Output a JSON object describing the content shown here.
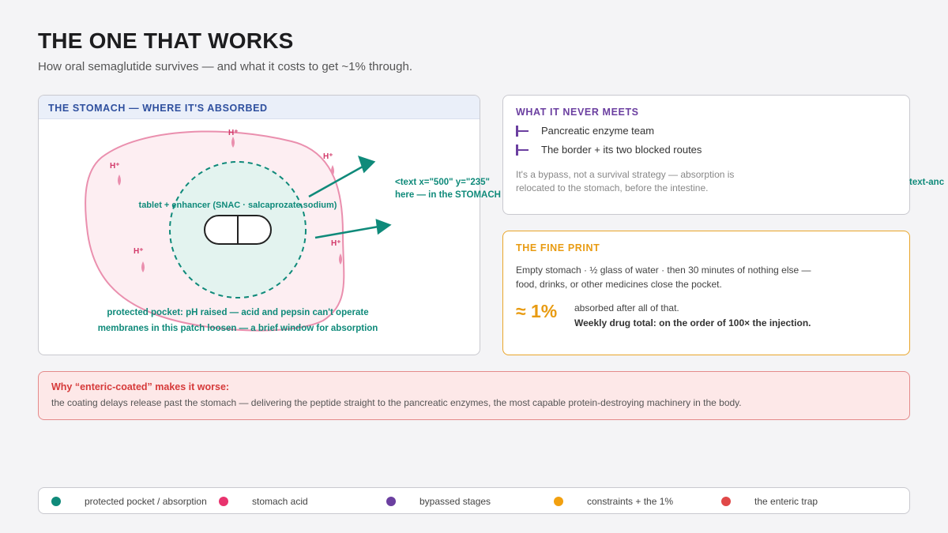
{
  "header": {
    "title": "THE ONE THAT WORKS",
    "subtitle": "How oral semaglutide survives — and what it costs to get ~1% through."
  },
  "stomach": {
    "heading": "THE STOMACH — WHERE IT'S ABSORBED",
    "acid_label": "H⁺",
    "tablet_label": "tablet + enhancer (SNAC · salcaprozate sodium)",
    "pocket_line1": "protected pocket: pH raised — acid and pepsin can't operate",
    "pocket_line2": "membranes in this patch loosen — a brief window for absorption"
  },
  "stray_text": {
    "line1": "<text x=\"500\" y=\"235\"",
    "line2": "here — in the STOMACH",
    "edge": "text-anc"
  },
  "never": {
    "heading": "WHAT IT NEVER MEETS",
    "items": [
      "Pancreatic enzyme team",
      "The border + its two blocked routes"
    ],
    "note": "It's a bypass, not a survival strategy — absorption is relocated to the stomach, before the intestine."
  },
  "fine": {
    "heading": "THE FINE PRINT",
    "text": "Empty stomach · ½ glass of water · then 30 minutes of nothing else — food, drinks, or other medicines close the pocket.",
    "percent": "≈ 1%",
    "absorbed": "absorbed after all of that.",
    "weekly": "Weekly drug total: on the order of 100× the injection."
  },
  "trap": {
    "heading": "Why “enteric-coated” makes it worse:",
    "text": "the coating delays release past the stomach — delivering the peptide straight to the pancreatic enzymes, the most capable protein-destroying machinery in the body."
  },
  "legend": [
    {
      "label": "protected pocket / absorption",
      "color": "#0f8a7a"
    },
    {
      "label": "stomach acid",
      "color": "#e8336e"
    },
    {
      "label": "bypassed stages",
      "color": "#6b3fa0"
    },
    {
      "label": "constraints + the 1%",
      "color": "#f2a00f"
    },
    {
      "label": "the enteric trap",
      "color": "#e04848"
    }
  ],
  "colors": {
    "teal": "#0f8a7a",
    "pink": "#e8336e",
    "purple": "#6b3fa0",
    "orange": "#e89b12",
    "red": "#d63a3a"
  }
}
